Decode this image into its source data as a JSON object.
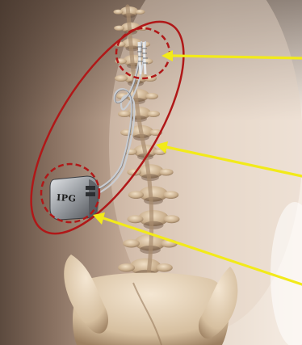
{
  "illustration": {
    "device_label": "IPG",
    "colors": {
      "annotation_circles": "#b01818",
      "pointer_arrows": "#f2ea1a",
      "background_light": "#f1e6db",
      "background_dark": "#6d5a4c",
      "bone": "#d8c2a4",
      "device_metal": "#8e9196"
    },
    "annotations": [
      {
        "name": "lead-electrodes-circle",
        "style": "dashed"
      },
      {
        "name": "implant-system-ellipse",
        "style": "solid"
      },
      {
        "name": "ipg-circle",
        "style": "dashed"
      }
    ],
    "pointers": [
      "electrode-arrow",
      "spine-arrow",
      "ipg-arrow"
    ]
  }
}
